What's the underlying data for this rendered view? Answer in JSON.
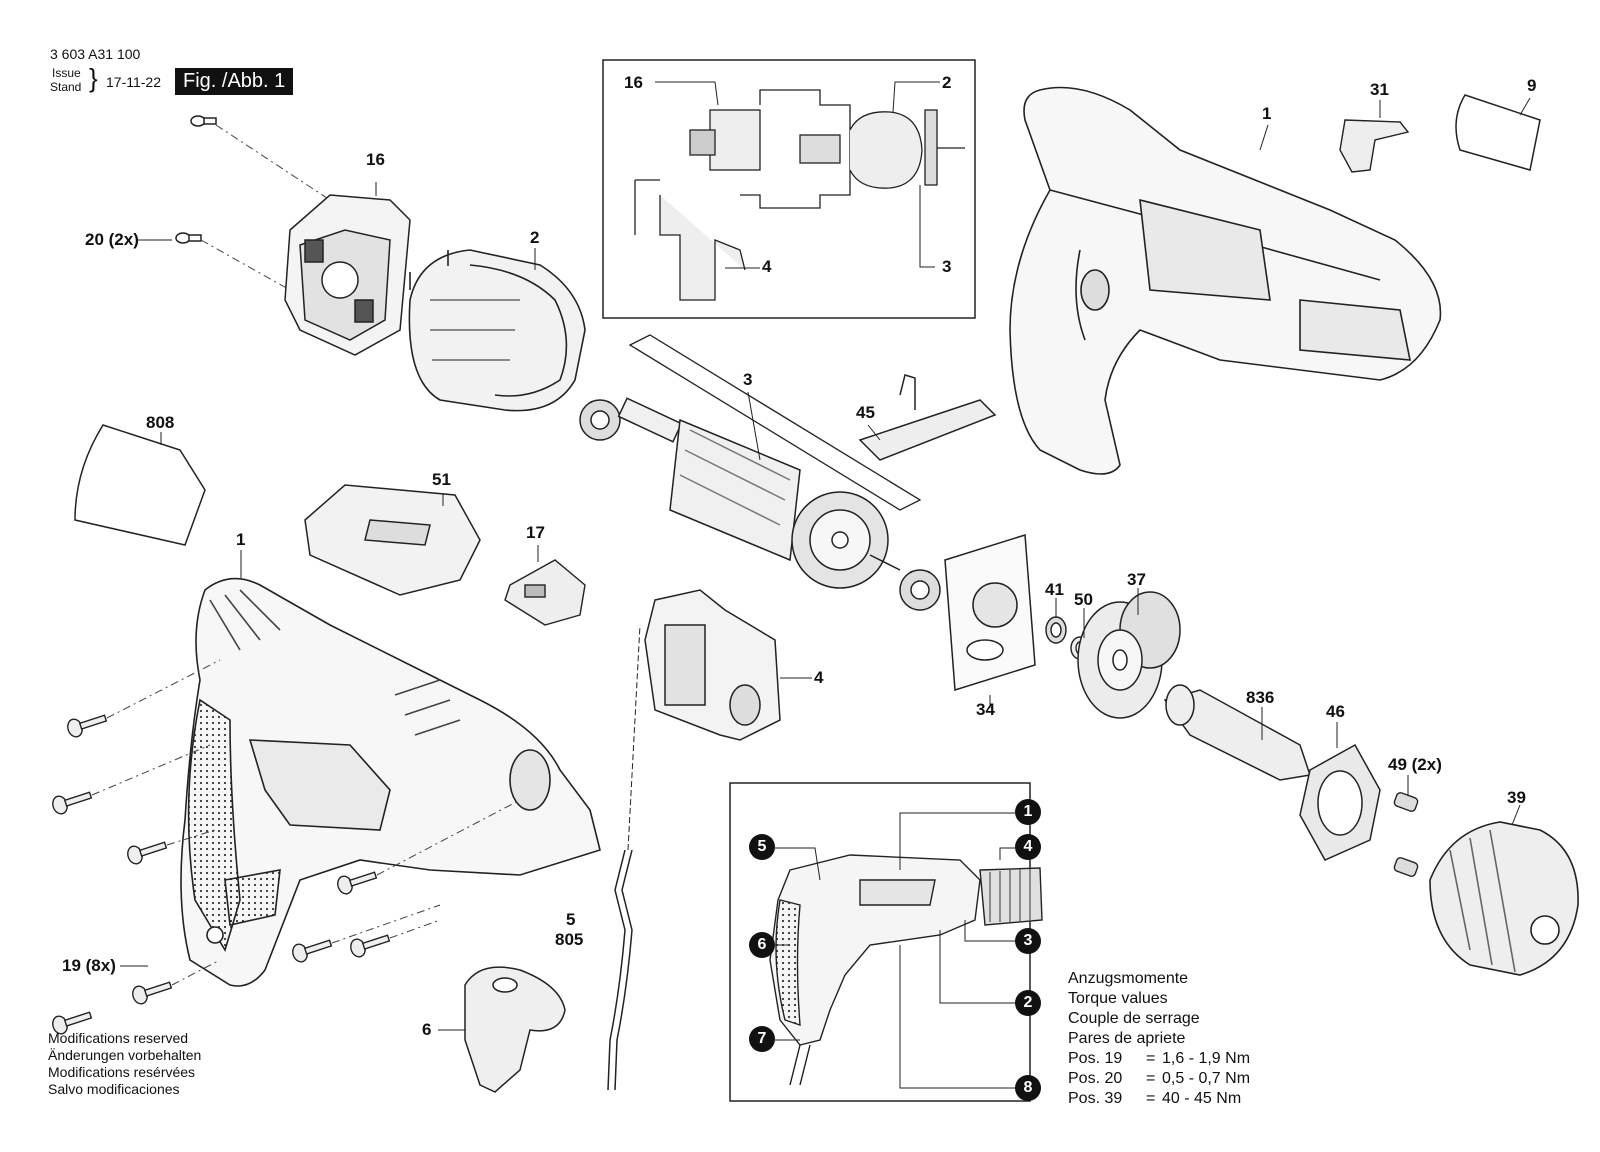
{
  "header": {
    "doc_number": "3 603 A31 100",
    "issue_label": "Issue",
    "stand_label": "Stand",
    "issue_date": "17-11-22",
    "fig_label": "Fig. /Abb. 1"
  },
  "part_labels": {
    "p1_housing_right": "1",
    "p1_housing_left": "1",
    "p2": "2",
    "p2_inset": "2",
    "p3": "3",
    "p3_inset": "3",
    "p4": "4",
    "p4_inset": "4",
    "p5": "5",
    "p805": "805",
    "p6": "6",
    "p9": "9",
    "p16": "16",
    "p16_inset": "16",
    "p17": "17",
    "p19": "19 (8x)",
    "p20": "20 (2x)",
    "p31": "31",
    "p34": "34",
    "p37": "37",
    "p39": "39",
    "p41": "41",
    "p45": "45",
    "p46": "46",
    "p49": "49 (2x)",
    "p50": "50",
    "p51": "51",
    "p808": "808",
    "p836": "836"
  },
  "inset_badges": [
    "1",
    "4",
    "5",
    "6",
    "3",
    "2",
    "7",
    "8"
  ],
  "notes": [
    "Modifications reserved",
    "Änderungen vorbehalten",
    "Modifications resérvées",
    "Salvo modificaciones"
  ],
  "torque": {
    "titles": [
      "Anzugsmomente",
      "Torque values",
      "Couple de serrage",
      "Pares de apriete"
    ],
    "rows": [
      {
        "pos": "Pos. 19",
        "eq": "=",
        "value": "1,6 - 1,9 Nm"
      },
      {
        "pos": "Pos. 20",
        "eq": "=",
        "value": "0,5 - 0,7 Nm"
      },
      {
        "pos": "Pos. 39",
        "eq": "=",
        "value": "40 - 45 Nm"
      }
    ]
  },
  "colors": {
    "ink": "#111111",
    "paper": "#ffffff",
    "shade": "#d9d9d9"
  }
}
